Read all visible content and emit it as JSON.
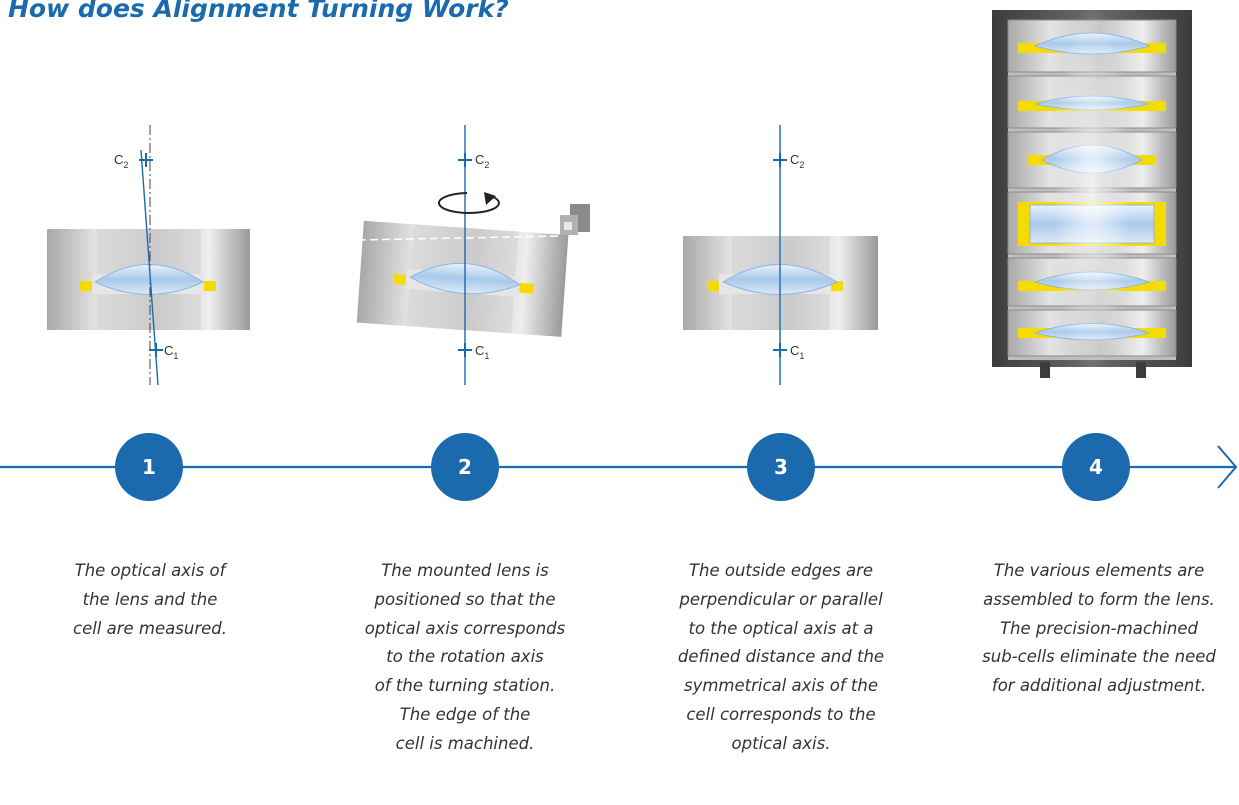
{
  "title": "How does Alignment Turning Work?",
  "labels": {
    "c": "C",
    "one": "1",
    "two": "2"
  },
  "steps": [
    {
      "number": "1",
      "text": "The optical axis of\nthe lens and the\ncell are measured."
    },
    {
      "number": "2",
      "text": "The mounted lens is\npositioned so that the\noptical axis corresponds\nto the rotation axis\nof the turning station.\nThe edge of the\ncell is machined."
    },
    {
      "number": "3",
      "text": "The outside edges are\nperpendicular or parallel\nto the optical axis at a\ndefined distance and the\nsymmetrical axis of the\ncell corresponds to the\noptical axis."
    },
    {
      "number": "4",
      "text": "The various elements are\nassembled to form the lens.\nThe precision-machined\nsub-cells eliminate the need\nfor additional adjustment."
    }
  ],
  "colors": {
    "accent": "#1a6aad",
    "lens": "#bcd7f0",
    "mount_edge": "#f5dc00",
    "text": "#333333"
  }
}
